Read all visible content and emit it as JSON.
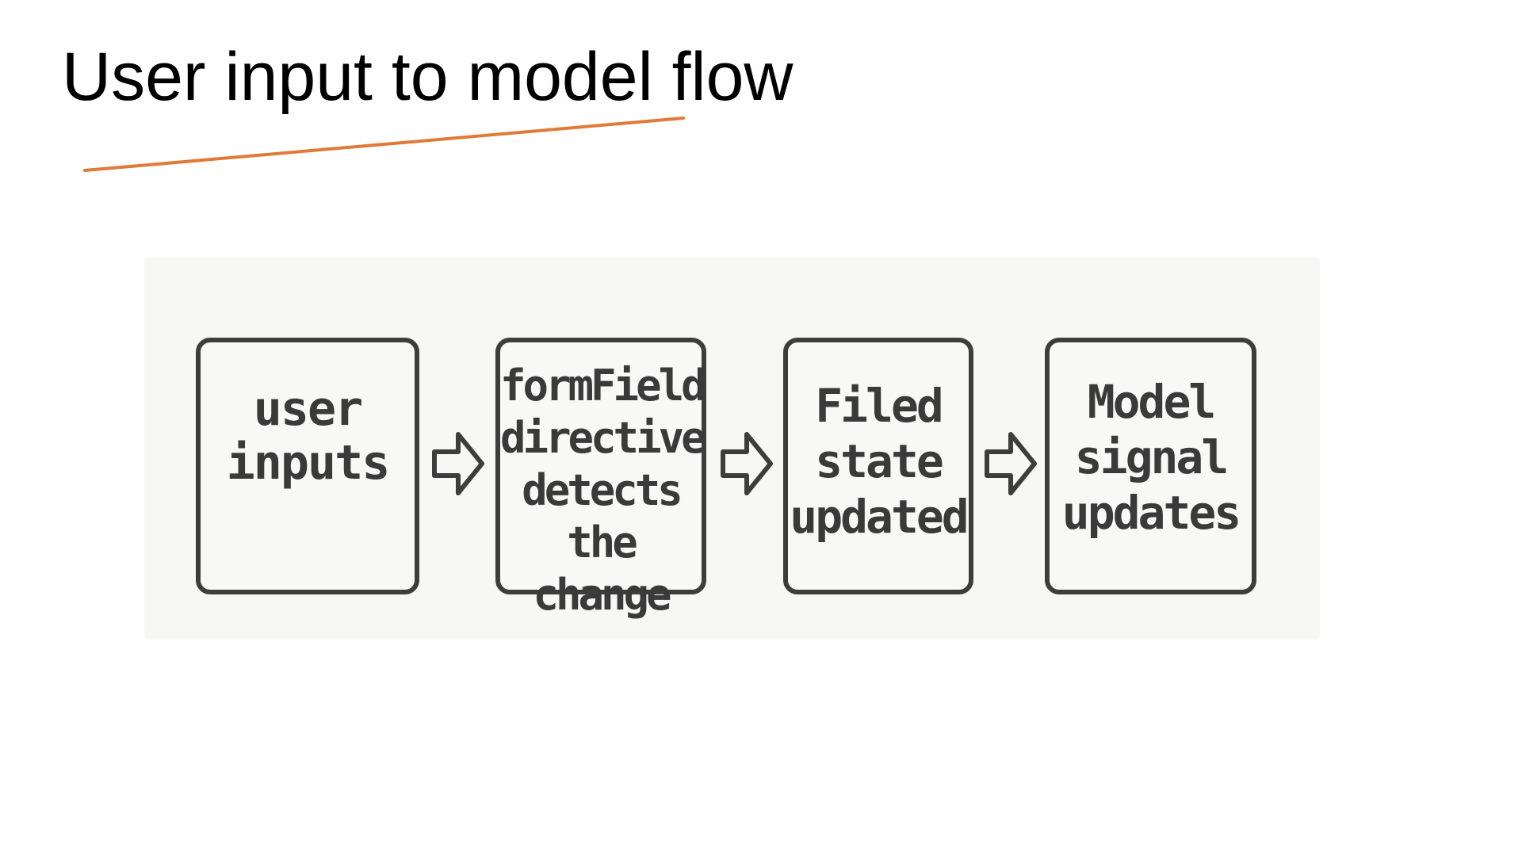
{
  "slide": {
    "title": "User input to model flow",
    "accent_color": "#E07A36"
  },
  "diagram": {
    "boxes": [
      {
        "label": "user\ninputs"
      },
      {
        "label": "formField\ndirective\ndetects\nthe change"
      },
      {
        "label": "Filed\nstate\nupdated"
      },
      {
        "label": "Model\nsignal\nupdates"
      }
    ],
    "arrow_icon": "right-arrow-outline",
    "stroke_color": "#3D3D3D",
    "panel_color": "#F7F7F6"
  }
}
